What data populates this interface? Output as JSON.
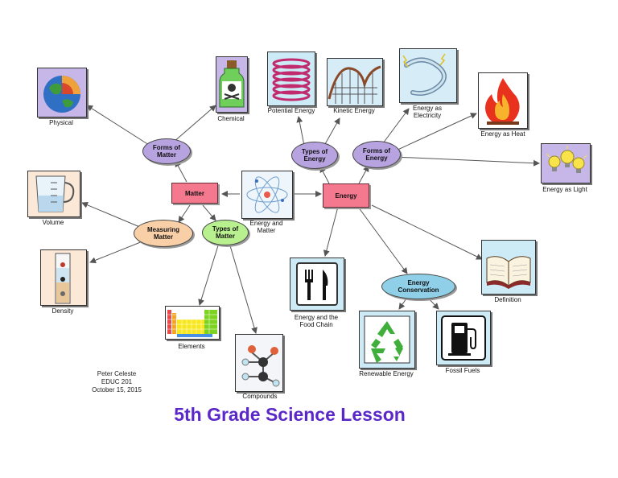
{
  "title": "5th Grade Science Lesson",
  "author": {
    "name": "Peter Celeste",
    "course": "EDUC 201",
    "date": "October 15, 2015"
  },
  "nodes": {
    "matter": "Matter",
    "energy": "Energy",
    "forms_of_matter": [
      "Forms of",
      "Matter"
    ],
    "measuring_matter": [
      "Measuring",
      "Matter"
    ],
    "types_of_matter": [
      "Types of",
      "Matter"
    ],
    "types_of_energy": [
      "Types of",
      "Energy"
    ],
    "forms_of_energy": [
      "Forms of",
      "Energy"
    ],
    "energy_conservation": [
      "Energy",
      "Conservation"
    ]
  },
  "leaves": {
    "physical": "Physical",
    "chemical": "Chemical",
    "volume": "Volume",
    "density": "Density",
    "elements": "Elements",
    "compounds": "Compounds",
    "energy_and_matter": [
      "Energy and",
      "Matter"
    ],
    "potential_energy": "Potential Energy",
    "kinetic_energy": "Kinetic Energy",
    "energy_as_electricity": [
      "Energy as",
      "Electricity"
    ],
    "energy_as_heat": "Energy as Heat",
    "energy_as_light": "Energy as Light",
    "energy_food_chain": [
      "Energy and the",
      "Food Chain"
    ],
    "renewable_energy": "Renewable Energy",
    "fossil_fuels": "Fossil Fuels",
    "definition": "Definition"
  },
  "colors": {
    "box": "#f4798f",
    "purple_oval": "#b7a3e0",
    "peach_oval": "#f9cfa8",
    "green_oval": "#b9f08f",
    "blue_oval": "#8fd0e8",
    "title": "#5a28c8"
  }
}
